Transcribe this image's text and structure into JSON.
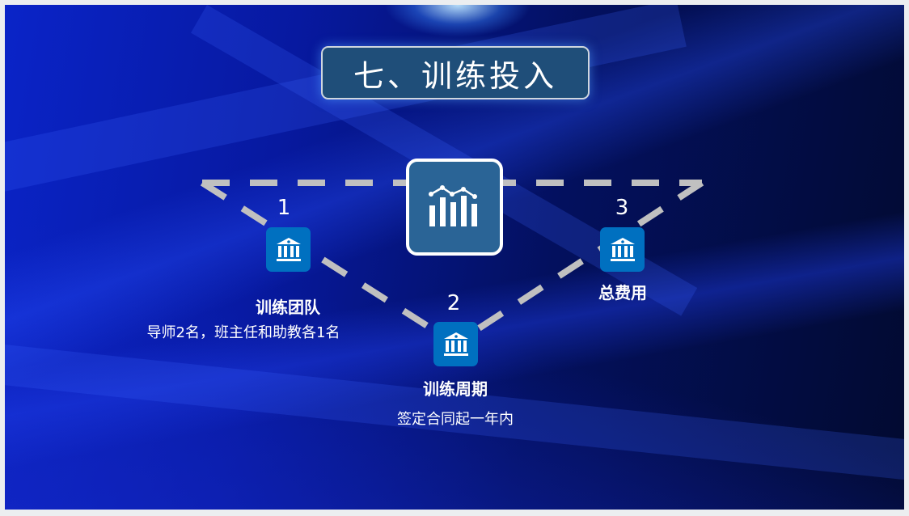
{
  "title": "七、训练投入",
  "center_icon": "chart-icon",
  "items": [
    {
      "number": "1",
      "icon": "bank-icon",
      "title": "训练团队",
      "description": "导师2名，班主任和助教各1名"
    },
    {
      "number": "2",
      "icon": "bank-icon",
      "title": "训练周期",
      "description": "签定合同起一年内"
    },
    {
      "number": "3",
      "icon": "bank-icon",
      "title": "总费用"
    }
  ],
  "colors": {
    "title_box": "#1f4e79",
    "center_box": "#2a6496",
    "icon_tile": "#0070c0",
    "dashed_line": "#c0c0c0"
  }
}
